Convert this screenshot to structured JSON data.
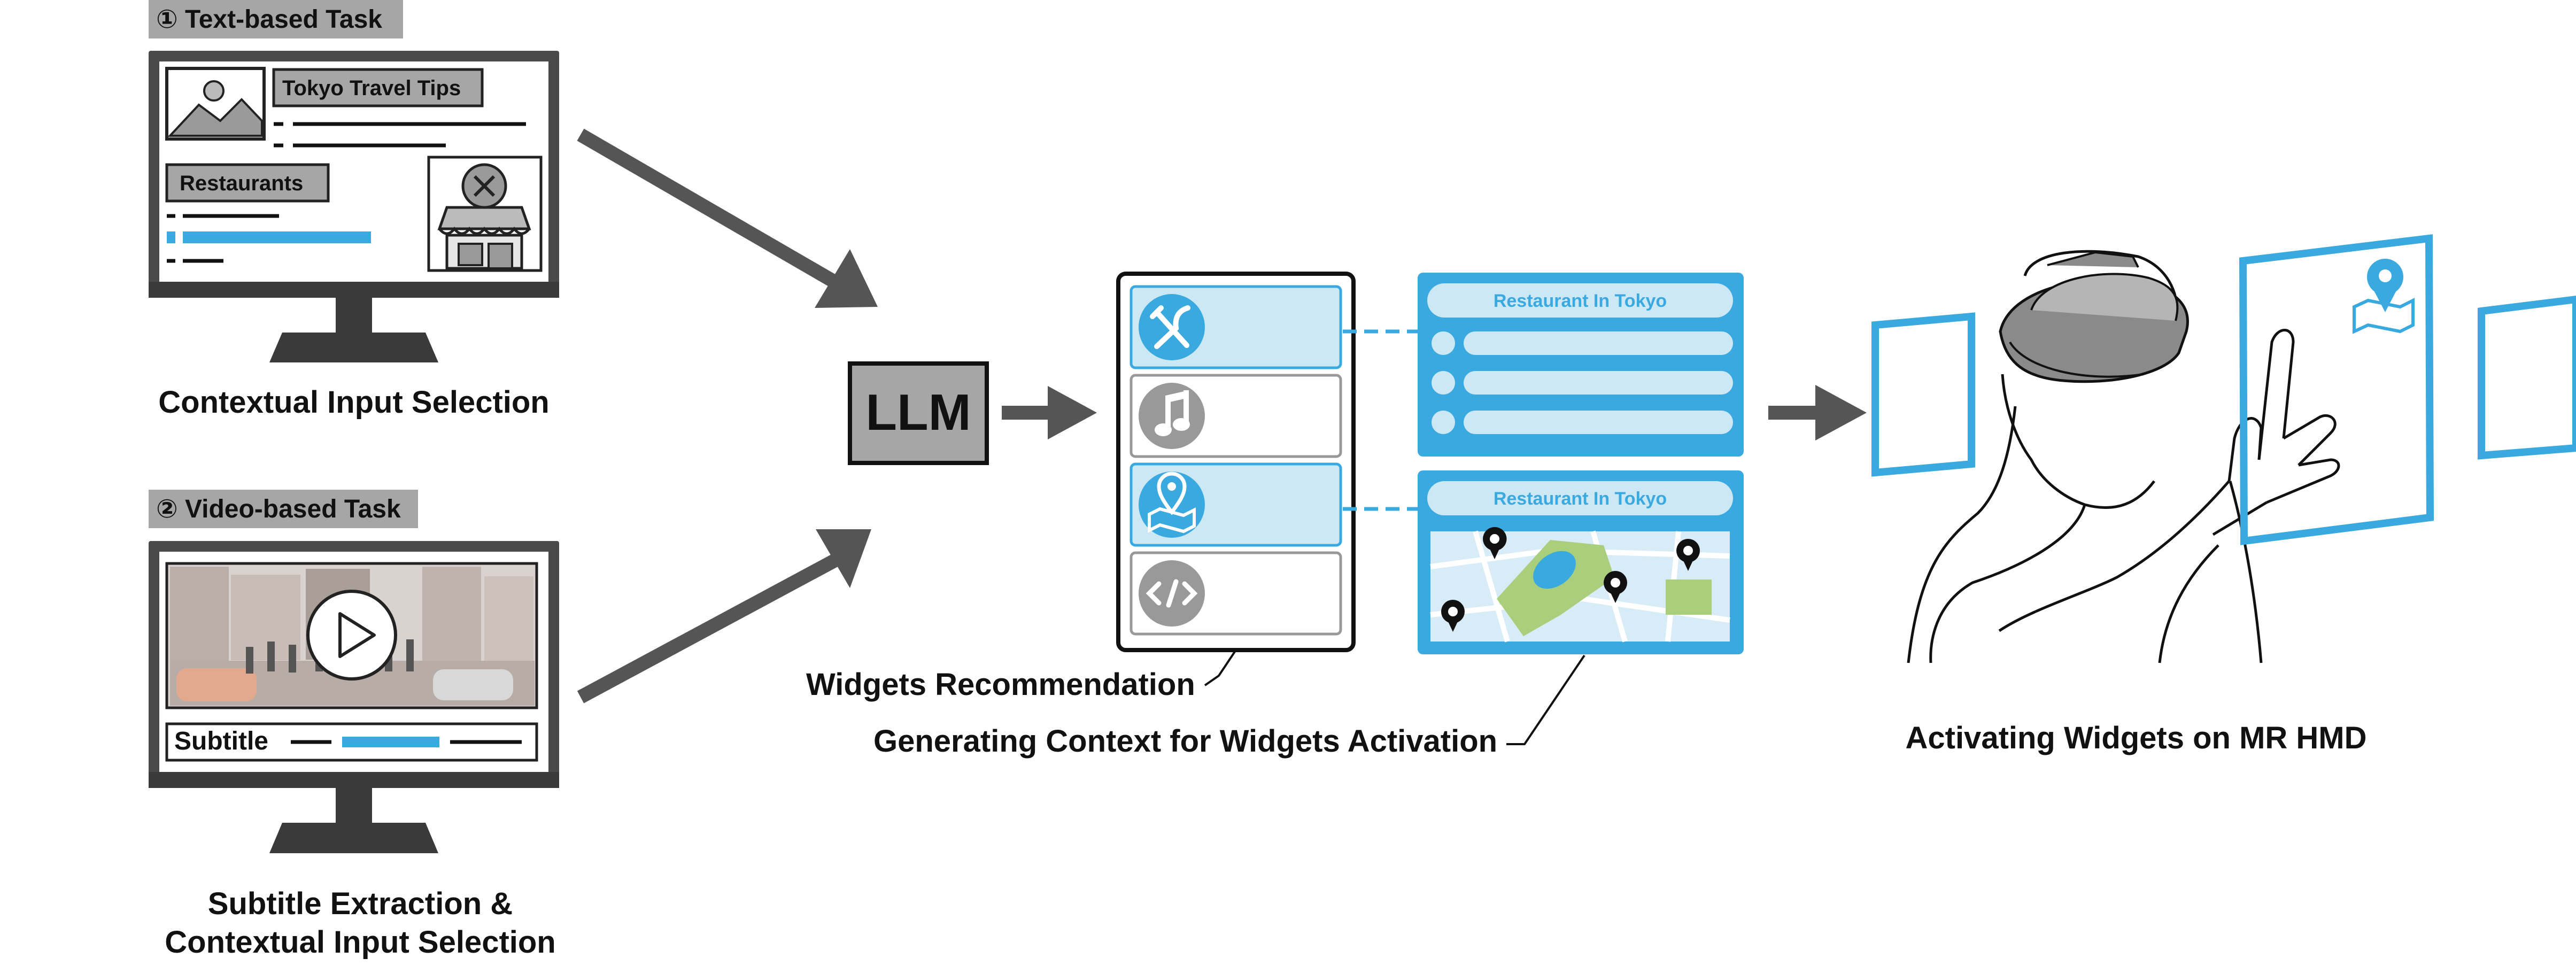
{
  "tasks": {
    "text_task": {
      "label": "① Text-based Task",
      "card_title": "Tokyo Travel Tips",
      "section_label": "Restaurants",
      "caption": "Contextual Input Selection"
    },
    "video_task": {
      "label": "② Video-based Task",
      "subtitle_label": "Subtitle",
      "caption_line1": "Subtitle Extraction &",
      "caption_line2": "Contextual Input Selection"
    }
  },
  "llm": {
    "label": "LLM"
  },
  "widgets": {
    "items": [
      {
        "icon": "fork-knife-icon",
        "highlighted": true
      },
      {
        "icon": "music-note-icon",
        "highlighted": false
      },
      {
        "icon": "map-pin-icon",
        "highlighted": true
      },
      {
        "icon": "code-icon",
        "highlighted": false
      }
    ],
    "recommendation_caption": "Widgets Recommendation",
    "context_caption": "Generating Context for Widgets Activation"
  },
  "context_panels": {
    "list_panel_title": "Restaurant In Tokyo",
    "map_panel_title": "Restaurant In Tokyo"
  },
  "mr": {
    "caption": "Activating Widgets on MR HMD"
  },
  "colors": {
    "accent_blue": "#3aa9e0",
    "light_blue": "#cde8f5",
    "dark_gray": "#4a4a4a",
    "mid_gray": "#999999",
    "label_gray": "#a6a6a6"
  }
}
